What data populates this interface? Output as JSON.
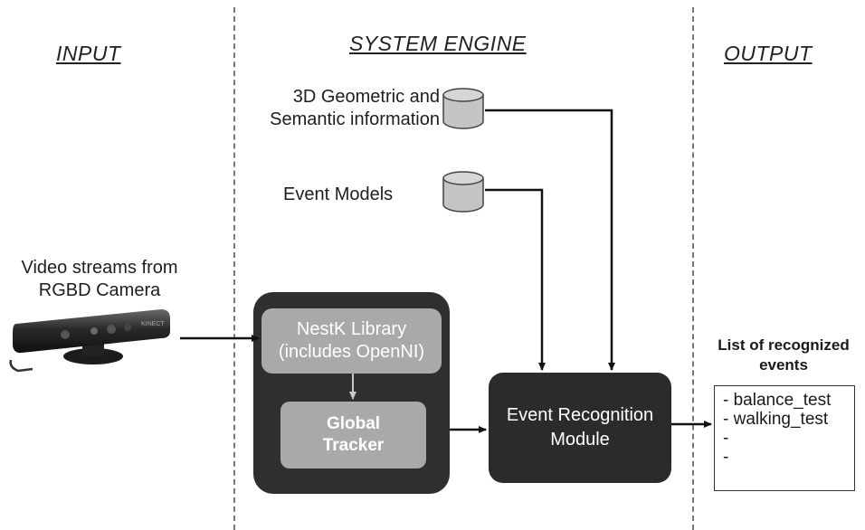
{
  "headings": {
    "input": "INPUT",
    "engine": "SYSTEM ENGINE",
    "output": "OUTPUT"
  },
  "input": {
    "label_line1": "Video streams from",
    "label_line2": "RGBD Camera",
    "device_badge": "KINECT"
  },
  "databases": {
    "geometric_line1": "3D Geometric and",
    "geometric_line2": "Semantic information",
    "event_models": "Event Models"
  },
  "nestk": {
    "line1": "NestK Library",
    "line2": "(includes OpenNI)"
  },
  "tracker": {
    "line1": "Global",
    "line2": "Tracker"
  },
  "event_recognition": {
    "line1": "Event Recognition",
    "line2": "Module"
  },
  "output": {
    "title_line1": "List of recognized",
    "title_line2": "events",
    "items": [
      "- balance_test",
      "- walking_test",
      "-",
      "-"
    ]
  },
  "colors": {
    "dark_box": "#2f2f2f",
    "light_box": "#a9a9a9",
    "database": "#c4c4c4"
  }
}
